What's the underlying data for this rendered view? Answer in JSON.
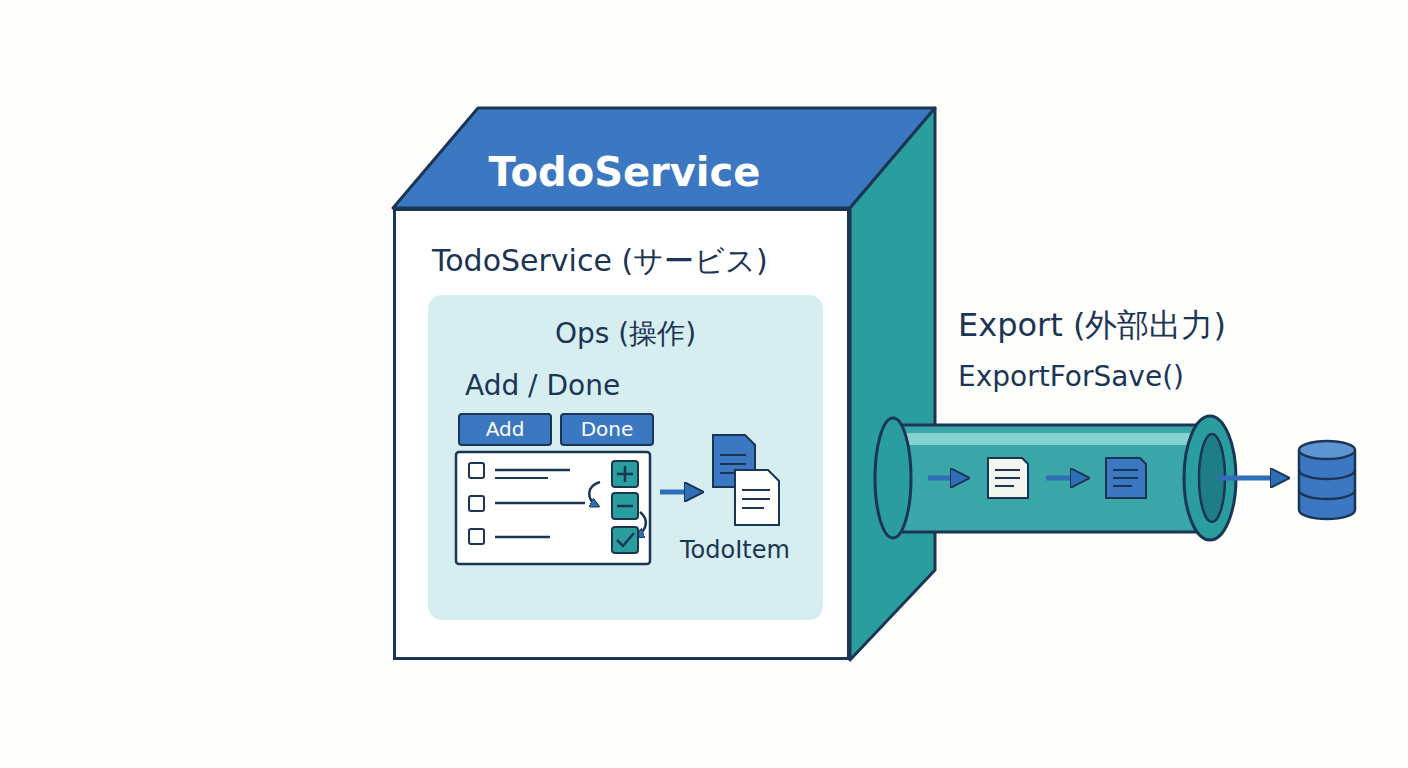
{
  "diagram": {
    "nodes": [
      {
        "text": [
          "TodoService",
          "TodoService (サービス)"
        ]
      },
      {
        "text": [
          "Ops (操作)",
          "Add / Done"
        ],
        "in": 0
      },
      {
        "text": [
          "Add"
        ],
        "in": 1
      },
      {
        "text": [
          "Done"
        ],
        "in": 1
      },
      {
        "text": [
          "Export (外部出力)",
          "ExportForSave()"
        ]
      }
    ],
    "labels": [
      "TodoItem"
    ]
  }
}
